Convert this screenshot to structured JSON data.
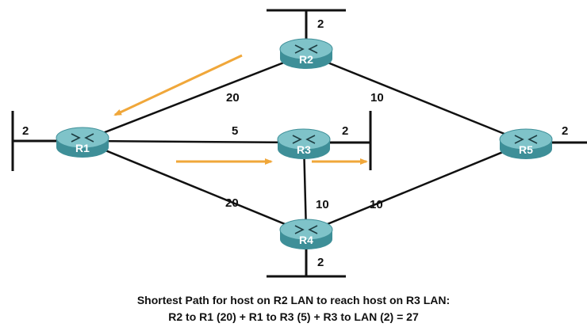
{
  "routers": [
    {
      "id": "R1",
      "label": "R1"
    },
    {
      "id": "R2",
      "label": "R2"
    },
    {
      "id": "R3",
      "label": "R3"
    },
    {
      "id": "R4",
      "label": "R4"
    },
    {
      "id": "R5",
      "label": "R5"
    }
  ],
  "links": [
    {
      "from": "R1",
      "to": "R2",
      "cost": "20"
    },
    {
      "from": "R2",
      "to": "R5",
      "cost": "10"
    },
    {
      "from": "R1",
      "to": "R3",
      "cost": "5"
    },
    {
      "from": "R1",
      "to": "R4",
      "cost": "20"
    },
    {
      "from": "R3",
      "to": "R4",
      "cost": "10"
    },
    {
      "from": "R4",
      "to": "R5",
      "cost": "10"
    }
  ],
  "lans": [
    {
      "router": "R1",
      "cost": "2"
    },
    {
      "router": "R2",
      "cost": "2"
    },
    {
      "router": "R3",
      "cost": "2"
    },
    {
      "router": "R4",
      "cost": "2"
    },
    {
      "router": "R5",
      "cost": "2"
    }
  ],
  "caption": {
    "line1": "Shortest Path for host on R2 LAN to reach host on R3 LAN:",
    "line2": "R2 to R1 (20) + R1 to R3 (5) + R3 to LAN (2) = 27"
  },
  "colors": {
    "router_top": "#7fc3c9",
    "router_side": "#3e8f98",
    "link": "#111111",
    "arrow": "#f0a73a"
  }
}
